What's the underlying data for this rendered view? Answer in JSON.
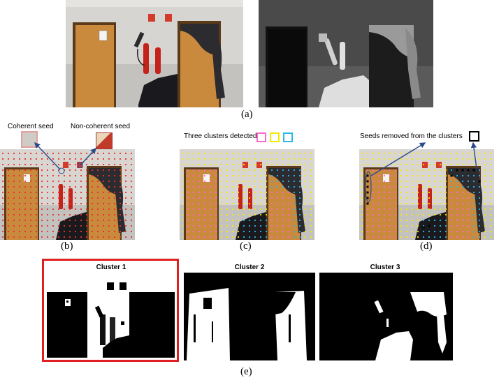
{
  "panels": {
    "a": {
      "caption": "(a)"
    },
    "b": {
      "caption": "(b)",
      "coherent_label": "Coherent seed",
      "noncoherent_label": "Non-coherent seed"
    },
    "c": {
      "caption": "(c)",
      "clusters_label": "Three clusters detected",
      "legend_colors": [
        "#ff66cc",
        "#f2ea00",
        "#2ab8e8"
      ]
    },
    "d": {
      "caption": "(d)",
      "removed_label": "Seeds removed from the clusters"
    },
    "e": {
      "caption": "(e)",
      "titles": [
        "Cluster 1",
        "Cluster 2",
        "Cluster 3"
      ],
      "highlight_color": "#e02020"
    }
  },
  "colors": {
    "seed_red": "#e8322a",
    "seed_yellow": "#f2ea00",
    "seed_cyan": "#2ab8e8",
    "door": "#c98a3e",
    "wall": "#d9d6d2",
    "curtain": "#2b2b30"
  }
}
